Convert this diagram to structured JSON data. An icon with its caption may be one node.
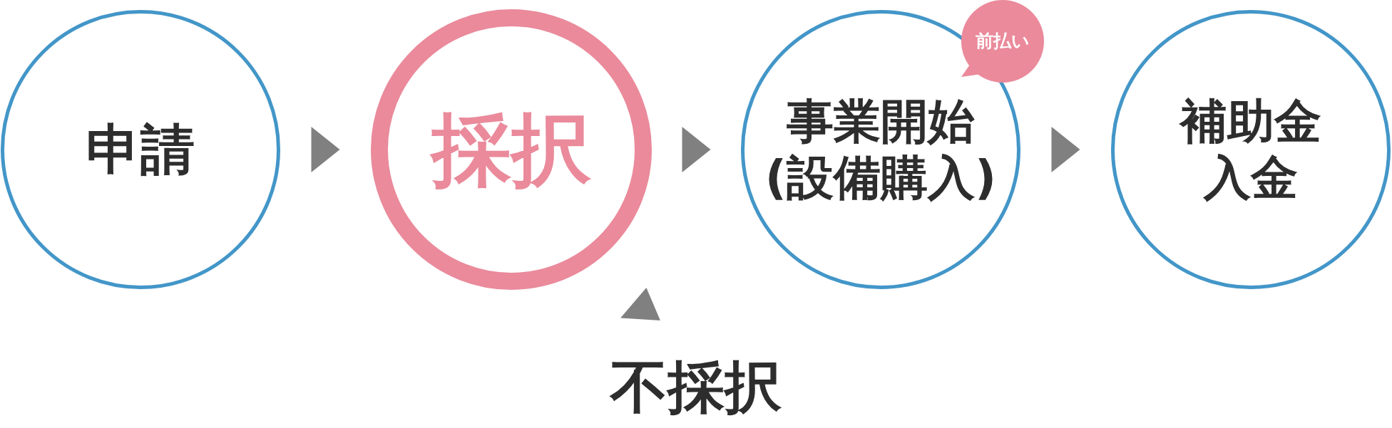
{
  "diagram": {
    "nodes": [
      {
        "text": [
          "申請"
        ]
      },
      {
        "text": [
          "採択"
        ]
      },
      {
        "text": [
          "事業開始(設備購入)"
        ]
      },
      {
        "text": [
          "前払い"
        ]
      },
      {
        "text": [
          "補助金入金"
        ]
      },
      {
        "text": [
          "不採択"
        ]
      }
    ],
    "edges": [
      {
        "from": 0,
        "to": 1,
        "arrow": "to"
      },
      {
        "from": 1,
        "to": 2,
        "arrow": "to"
      },
      {
        "from": 2,
        "to": 4,
        "arrow": "to"
      },
      {
        "from": 5,
        "to": 1,
        "arrow": "to"
      }
    ]
  }
}
